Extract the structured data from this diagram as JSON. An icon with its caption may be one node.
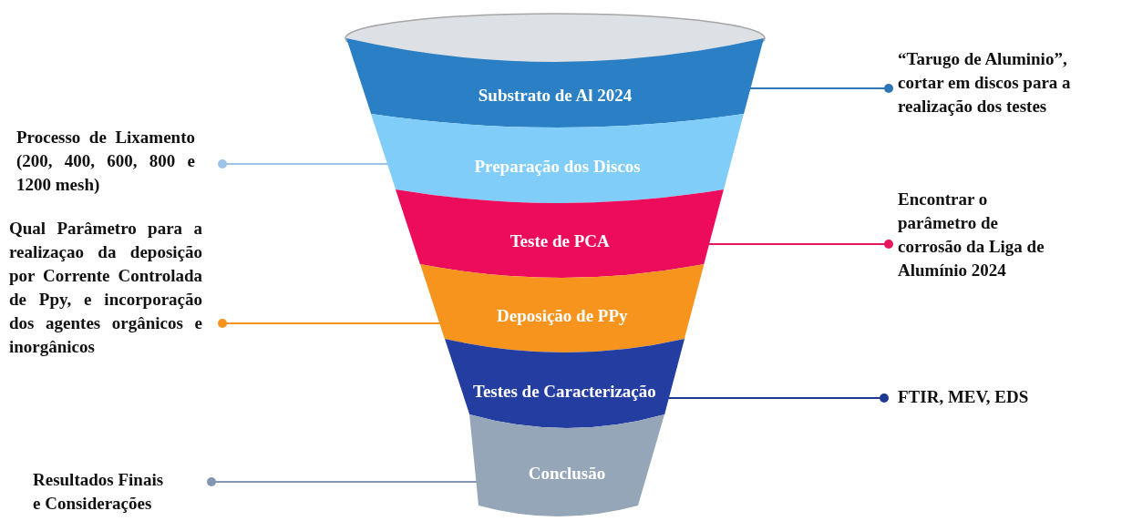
{
  "diagram": {
    "nodes": [
      {
        "text": [],
        "shape": "ellipse"
      },
      {
        "text": [
          "Substrato de Al 2024"
        ]
      },
      {
        "text": [
          "“Tarugo de Aluminio”, cortar em discos para a realização dos testes"
        ]
      },
      {
        "text": [
          "Preparação dos Discos"
        ]
      },
      {
        "text": [
          "Processo de Lixamento (200, 400, 600, 800 e 1200 mesh)"
        ]
      },
      {
        "text": [
          "Teste de PCA"
        ]
      },
      {
        "text": [
          "Encontrar o parâmetro de corrosão da Liga de Alumínio 2024"
        ]
      },
      {
        "text": [
          "Deposição de PPy"
        ]
      },
      {
        "text": [
          "Qual Parâmetro para a realizaçao da deposição por Corrente Controlada de Ppy, e incorporação dos agentes orgânicos e inorgânicos"
        ]
      },
      {
        "text": [
          "Testes de Caracterização"
        ]
      },
      {
        "text": [
          "FTIR, MEV, EDS"
        ]
      },
      {
        "text": [
          "Conclusão"
        ]
      },
      {
        "text": [
          "Resultados Finais e Considerações"
        ]
      }
    ],
    "edges": [
      {
        "from": 1,
        "to": 2,
        "arrow": "other",
        "color": "#2e75b6"
      },
      {
        "from": 3,
        "to": 4,
        "arrow": "other",
        "color": "#9dc3e6"
      },
      {
        "from": 5,
        "to": 6,
        "arrow": "other",
        "color": "#e8175d"
      },
      {
        "from": 7,
        "to": 8,
        "arrow": "other",
        "color": "#f7941d"
      },
      {
        "from": 9,
        "to": 10,
        "arrow": "other",
        "color": "#1f3a93"
      },
      {
        "from": 11,
        "to": 12,
        "arrow": "other",
        "color": "#8497b0"
      }
    ]
  }
}
